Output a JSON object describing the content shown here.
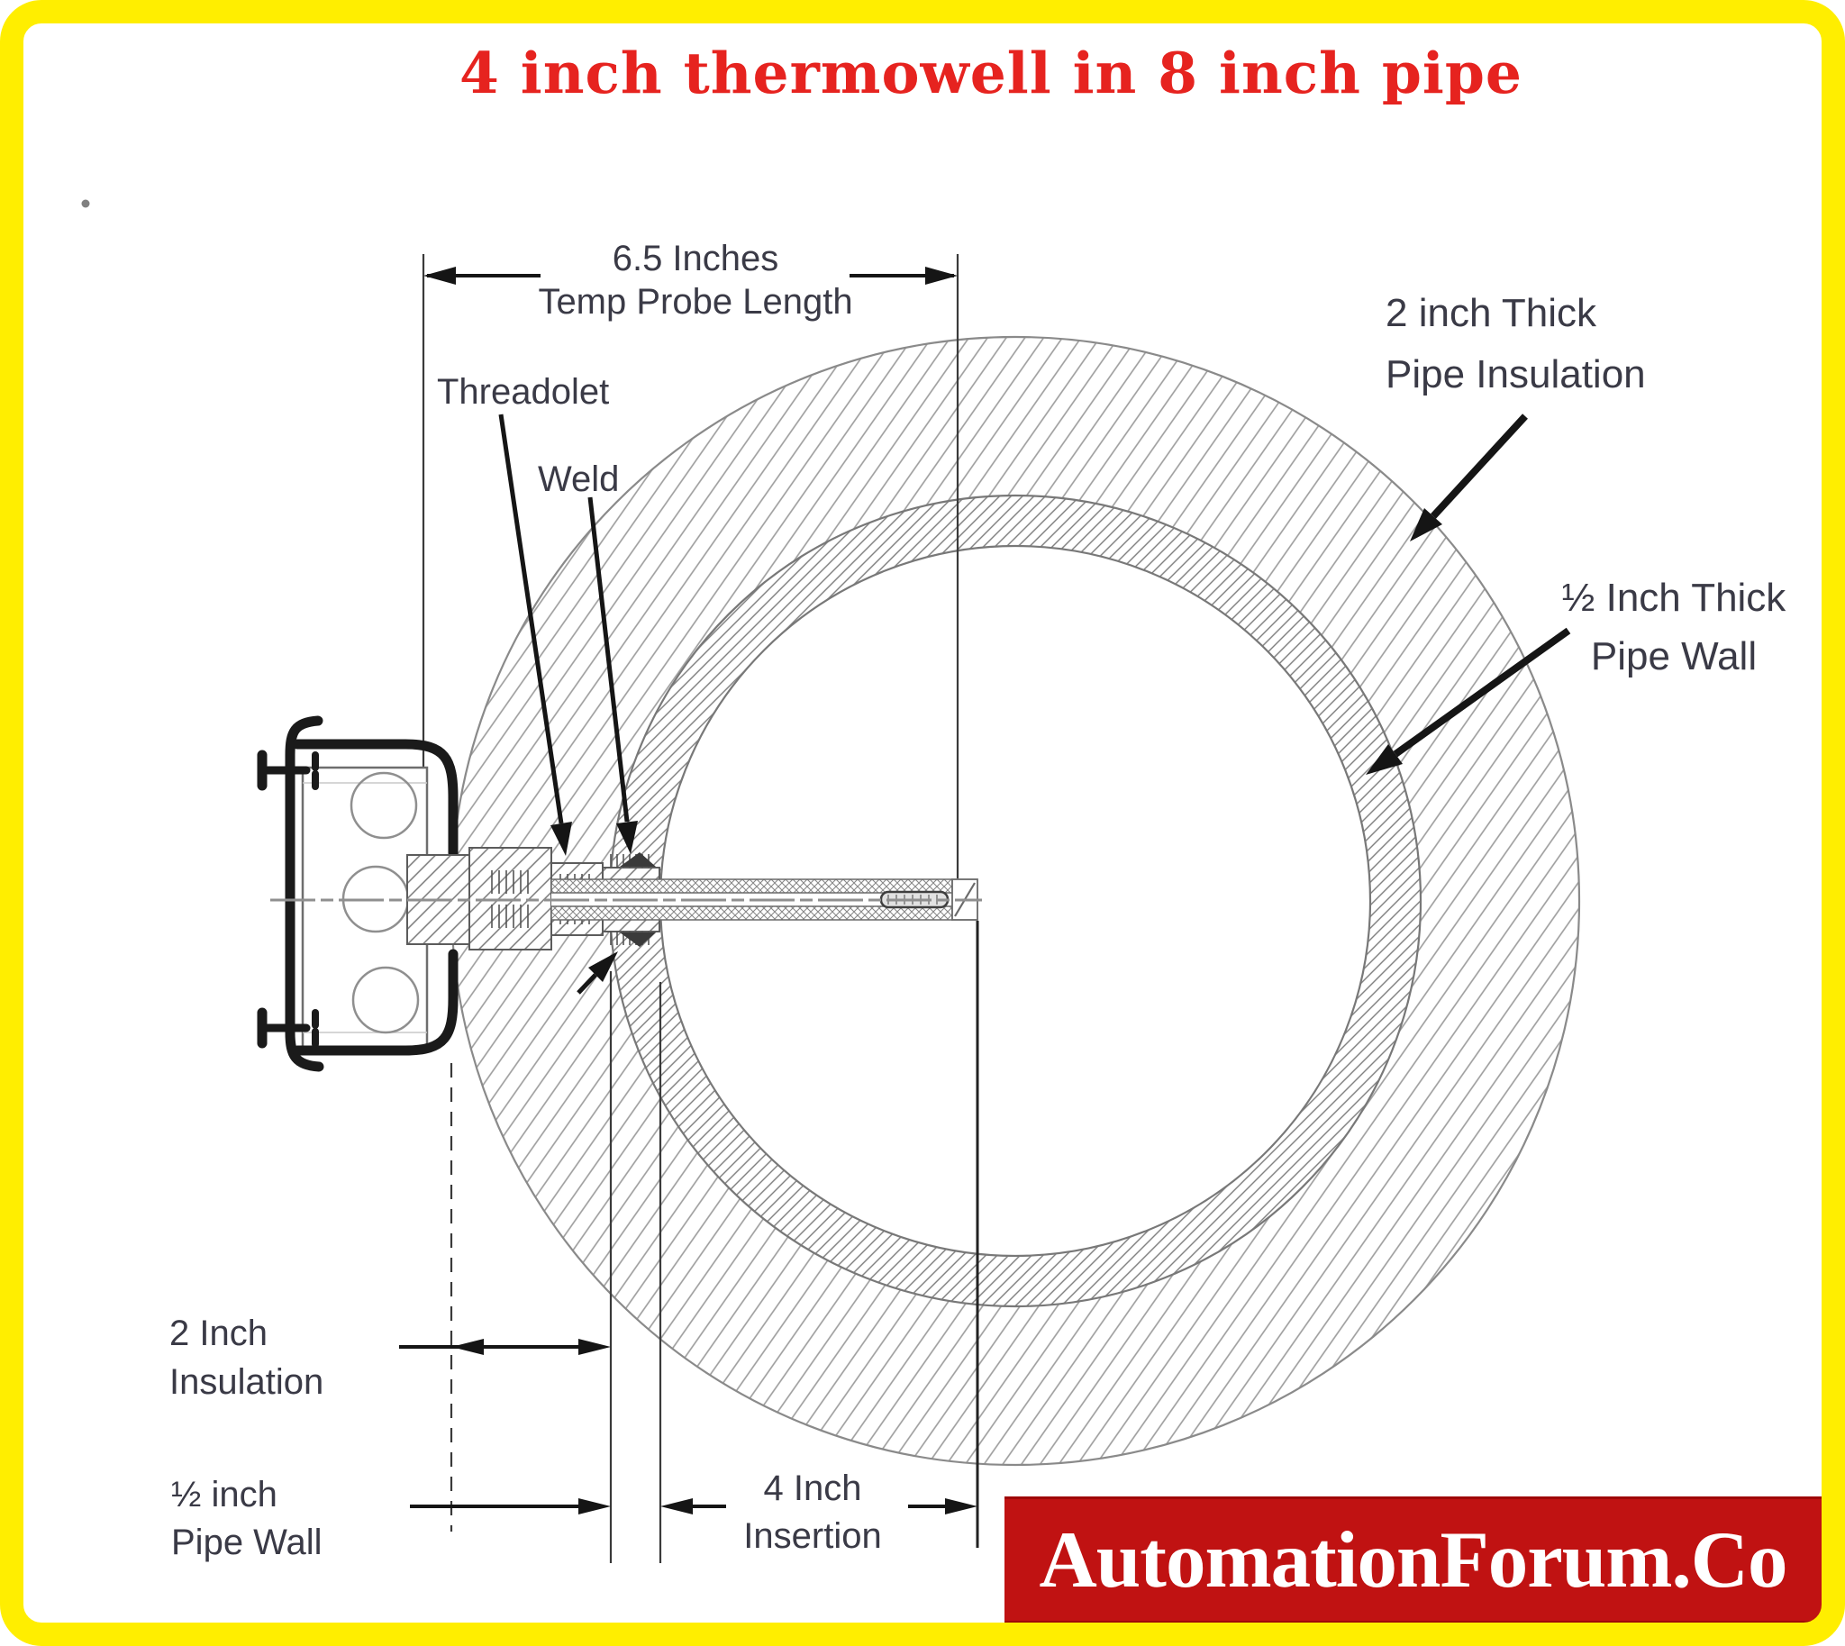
{
  "title": "4 inch thermowell in 8 inch pipe",
  "banner": {
    "text": "AutomationForum.Co"
  },
  "diagram_labels": {
    "probe_length": {
      "line1": "6.5 Inches",
      "line2": "Temp Probe Length"
    },
    "threadolet": "Threadolet",
    "weld": "Weld",
    "insulation_callout": {
      "line1": "2 inch Thick",
      "line2": "Pipe Insulation"
    },
    "pipe_wall_callout": {
      "line1": "½ Inch Thick",
      "line2": "Pipe Wall"
    },
    "insulation_dim": {
      "line1": "2 Inch",
      "line2": "Insulation"
    },
    "pipe_wall_dim": {
      "line1": "½ inch",
      "line2": "Pipe Wall"
    },
    "insertion_dim": {
      "line1": "4 Inch",
      "line2": "Insertion"
    }
  },
  "colors": {
    "border-yellow": "#ffee00",
    "title-red": "#e6231f",
    "banner-red": "#c01212",
    "banner-text": "#ffffff",
    "label-ink": "#3a3a46",
    "line-ink": "#161616",
    "drawing-gray": "#8a8a8a"
  }
}
